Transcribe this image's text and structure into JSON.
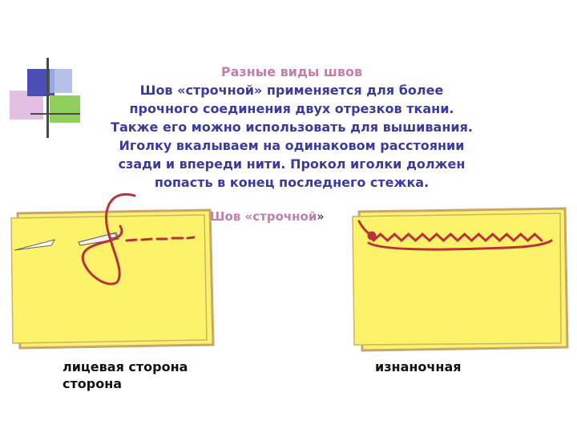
{
  "slide": {
    "title": "Разные виды швов",
    "body_lines": [
      "Шов «строчной» применяется для более",
      "прочного соединения двух отрезков ткани.",
      "Также его можно использовать для вышивания.",
      "Иголку вкалываем на одинаковом расстоянии",
      "сзади и впереди нити. Прокол иголки должен",
      "попасть в конец последнего стежка."
    ],
    "caption_name": "Шов «строчной",
    "caption_suffix": "»",
    "label_front_line1": "лицевая сторона",
    "label_front_line2": "сторона",
    "label_back": "изнаночная"
  },
  "colors": {
    "fabric": "#fdf36a",
    "fabric_edge": "#c7a66a",
    "thread": "#b8323a",
    "title": "#c27fa7",
    "body": "#3c3a9e"
  }
}
